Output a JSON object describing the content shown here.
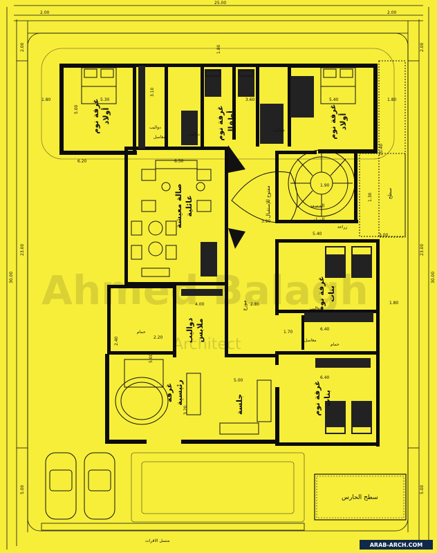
{
  "dimensions": {
    "top_total": "25.00",
    "top_left": "2.00",
    "top_right": "2.00",
    "left_total": "30.00",
    "left_main": "23.00",
    "left_top": "2.00",
    "left_bottom": "5.00",
    "right_total": "30.00",
    "right_main": "23.00",
    "right_top": "2.00",
    "right_bottom": "5.00",
    "d_180a": "1.80",
    "d_500": "5.00",
    "d_530": "5.30",
    "d_310": "3.10",
    "d_360": "3.60",
    "d_180b": "1.80",
    "d_540": "5.40",
    "d_180c": "1.80",
    "d_620": "6.20",
    "d_650": "6.50",
    "d_390": "3.90",
    "d_1040": "10.40",
    "d_190": "1.90",
    "d_300": "3.00",
    "d_130": "1.30",
    "d_540b": "5.40",
    "d_400": "4.00",
    "d_280": "2.80",
    "d_240": "2.40",
    "d_170": "1.70",
    "d_640a": "6.40",
    "d_640b": "6.40",
    "d_180d": "1.80",
    "d_500b": "5.00",
    "d_320": "3.20",
    "d_500c": "5.00",
    "d_220": "2.20"
  },
  "rooms": {
    "bedroom_boys_left": {
      "line1": "غرفة نوم",
      "line2": "أولاد"
    },
    "bedroom_kids": {
      "line1": "غرفة نوم",
      "line2": "أطفال"
    },
    "bedroom_boys_right": {
      "line1": "غرفة نوم",
      "line2": "أولاد"
    },
    "living_hall": {
      "line1": "صالة معيشة",
      "line2": "عائلية"
    },
    "bedroom_girls_top": {
      "line1": "غرفة نوم",
      "line2": "بنات"
    },
    "bedroom_girls_bottom": {
      "line1": "غرفة نوم",
      "line2": "بنات"
    },
    "wardrobe_room": {
      "line1": "دواليب",
      "line2": "ملابس"
    },
    "master_bedroom": {
      "line1": "غرفة",
      "line2": "رئيسية"
    },
    "sitting": "جلسة",
    "distributor": "موزع",
    "stairs": "السلم",
    "elevator": "المصعد",
    "void": "مفتوح للإستقبال",
    "guard_roof": "سطح الحارس",
    "setback_label": "منسل الاقرات",
    "closets_1": "دواليب",
    "closets_2": "دواليب",
    "closets_3": "دواليب",
    "closets_4": "دواليب",
    "washbasins_1": "مغاسل",
    "washbasins_2": "مغاسل",
    "bath": "حمام",
    "bath_2": "حمام",
    "roof_right": "سطح",
    "ramp": "زراعة"
  },
  "watermark": {
    "name": "Ahmed Balagh",
    "title": "Architect"
  },
  "footer": {
    "site": "ARAB-ARCH.COM"
  }
}
